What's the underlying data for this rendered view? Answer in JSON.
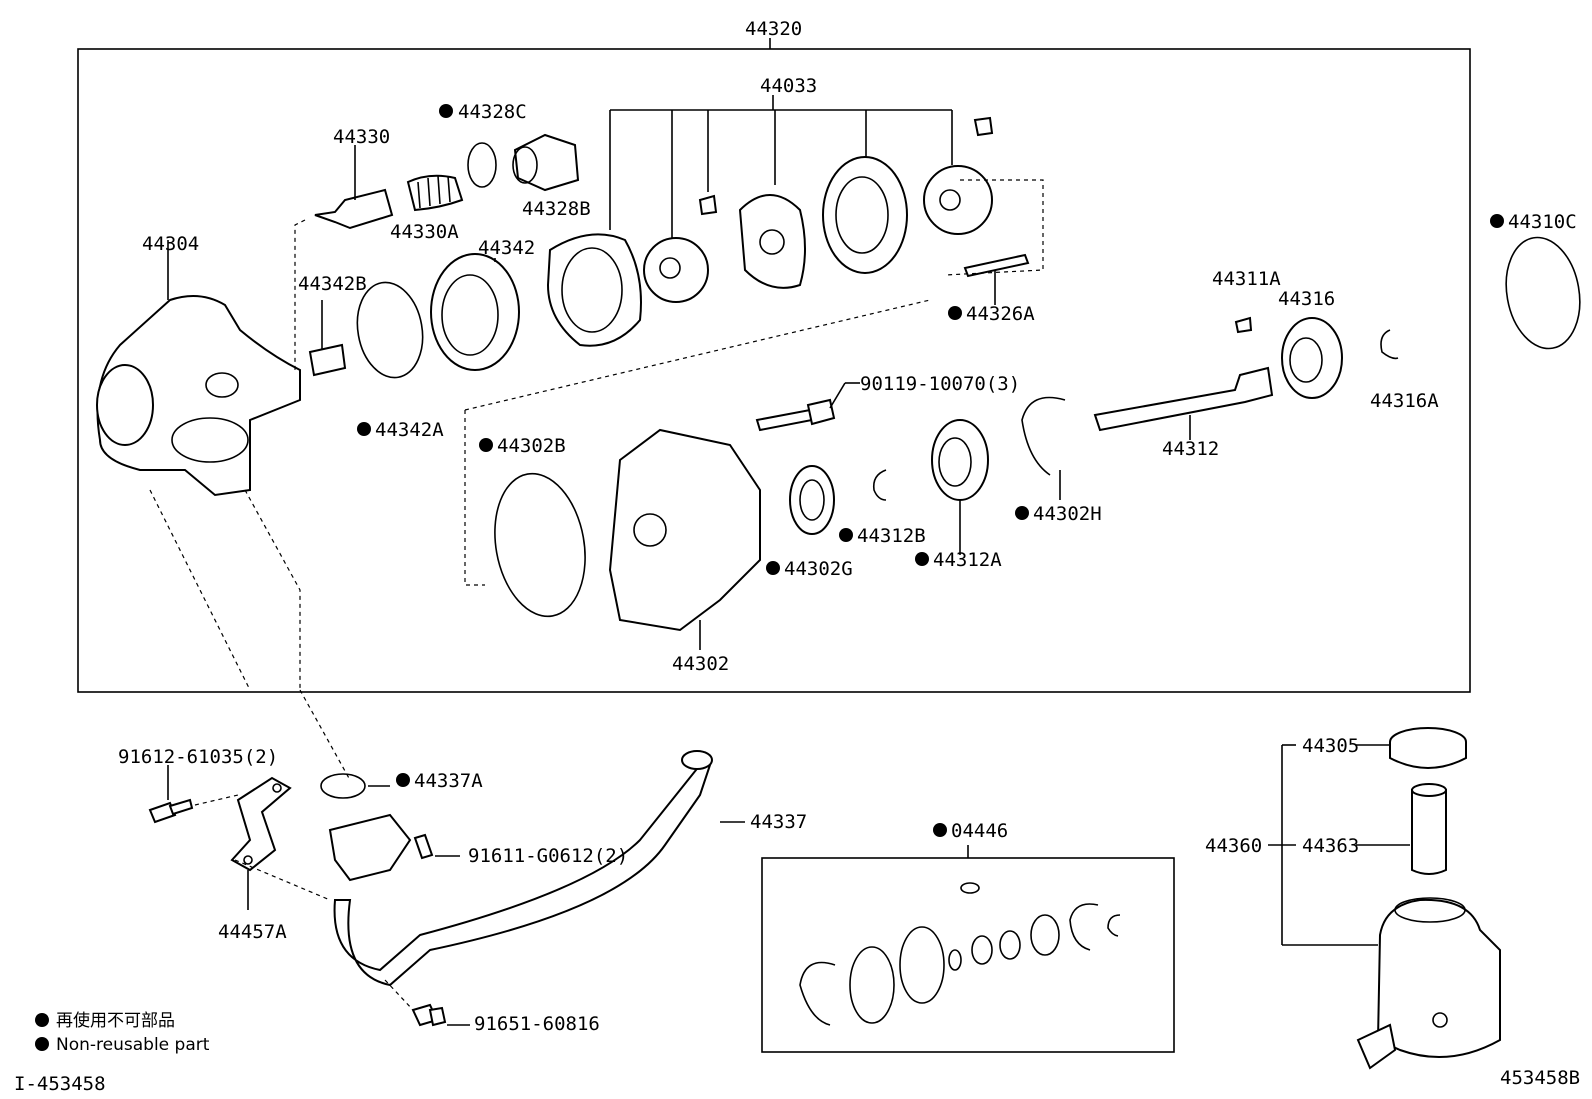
{
  "labels": {
    "p44320": "44320",
    "p44033": "44033",
    "p44328C": "44328C",
    "p44330": "44330",
    "p44330A": "44330A",
    "p44328B": "44328B",
    "p44342": "44342",
    "p44304": "44304",
    "p44342B": "44342B",
    "p44342A": "44342A",
    "p44326A": "44326A",
    "p44310C": "44310C",
    "p44311A": "44311A",
    "p44316": "44316",
    "p44316A": "44316A",
    "p90119": "90119-10070(3)",
    "p44302B": "44302B",
    "p44312": "44312",
    "p44302H": "44302H",
    "p44312B": "44312B",
    "p44312A": "44312A",
    "p44302G": "44302G",
    "p44302": "44302",
    "p91612": "91612-61035(2)",
    "p44337A": "44337A",
    "p44337": "44337",
    "p91611": "91611-G0612(2)",
    "p44457A": "44457A",
    "p91651": "91651-60816",
    "p04446": "04446",
    "p44305": "44305",
    "p44360": "44360",
    "p44363": "44363"
  },
  "legend": {
    "jp": "再使用不可部品",
    "en": "Non-reusable part"
  },
  "footer": {
    "left_code": "I-453458",
    "right_code": "453458B"
  }
}
